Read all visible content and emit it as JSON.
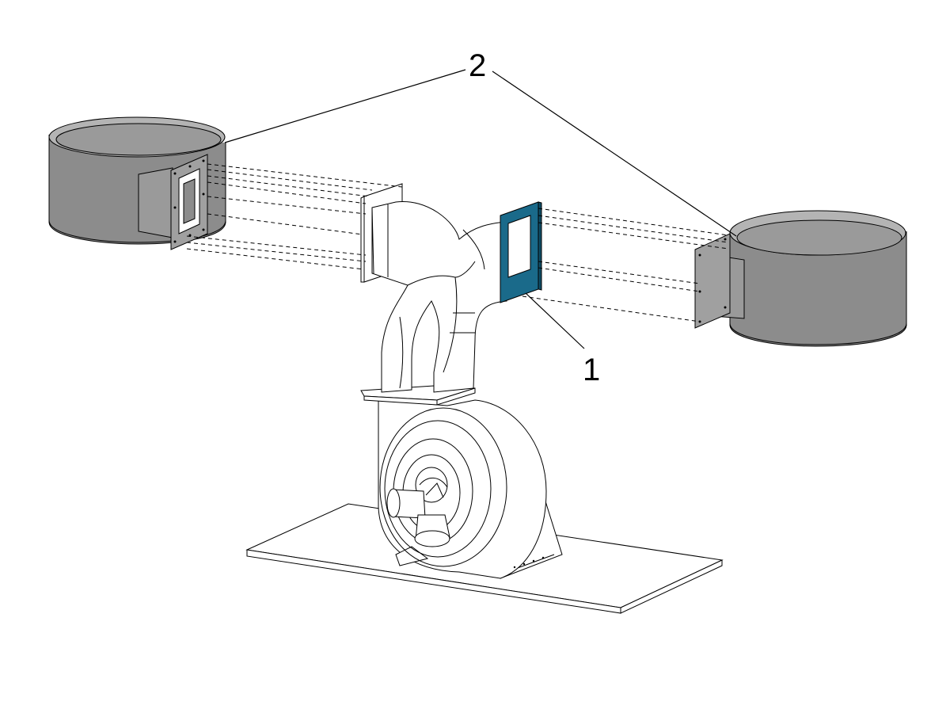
{
  "callouts": {
    "gasket": "1",
    "silencers": "2"
  },
  "colors": {
    "background": "#ffffff",
    "gasket_highlight": "#1a6a8a",
    "silencer_body": "#8c8c8c",
    "silencer_rim": "#b4b4b4",
    "outline": "#000000"
  },
  "components": [
    {
      "id": "1",
      "name": "gasket"
    },
    {
      "id": "2",
      "name": "silencer"
    }
  ]
}
